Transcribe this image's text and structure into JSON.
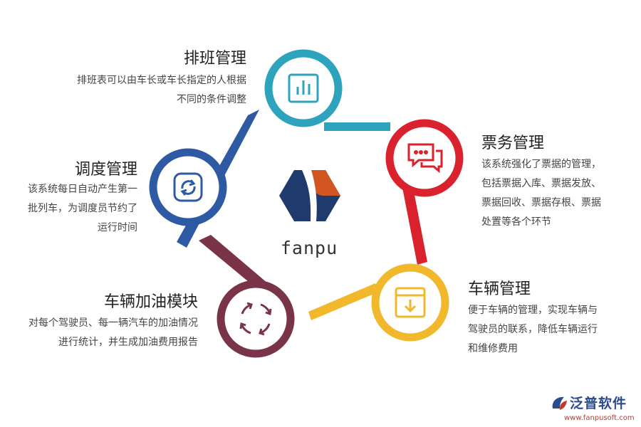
{
  "center": {
    "label": "fanpu"
  },
  "nodes": [
    {
      "id": "scheduling",
      "title": "排班管理",
      "lines": [
        "排班表可以由车长或车长指定的人根据",
        "不同的条件调整"
      ],
      "color": "#2ea3bd",
      "icon": "bar-chart-icon"
    },
    {
      "id": "ticketing",
      "title": "票务管理",
      "lines": [
        "该系统强化了票据的管理，",
        "包括票据入库、票据发放、",
        "票据回收、票据存根、票据",
        "处置等各个环节"
      ],
      "color": "#d9222e",
      "icon": "chat-bubbles-icon"
    },
    {
      "id": "vehicle",
      "title": "车辆管理",
      "lines": [
        "便于车辆的管理，实现车辆与",
        "驾驶员的联系，降低车辆运行",
        "和维修费用"
      ],
      "color": "#f0b82a",
      "icon": "download-box-icon"
    },
    {
      "id": "refuel",
      "title": "车辆加油模块",
      "lines": [
        "对每个驾驶员、每一辆汽车的加油情况",
        "进行统计，并生成加油费用报告"
      ],
      "color": "#7a3447",
      "icon": "cycle-arrows-icon"
    },
    {
      "id": "dispatch",
      "title": "调度管理",
      "lines": [
        "该系统每日自动产生第一",
        "批列车，为调度员节约了",
        "运行时间"
      ],
      "color": "#2e5aa3",
      "icon": "refresh-icon"
    }
  ],
  "brand": {
    "name": "泛普软件",
    "url": "www.fanpusoft.com"
  }
}
